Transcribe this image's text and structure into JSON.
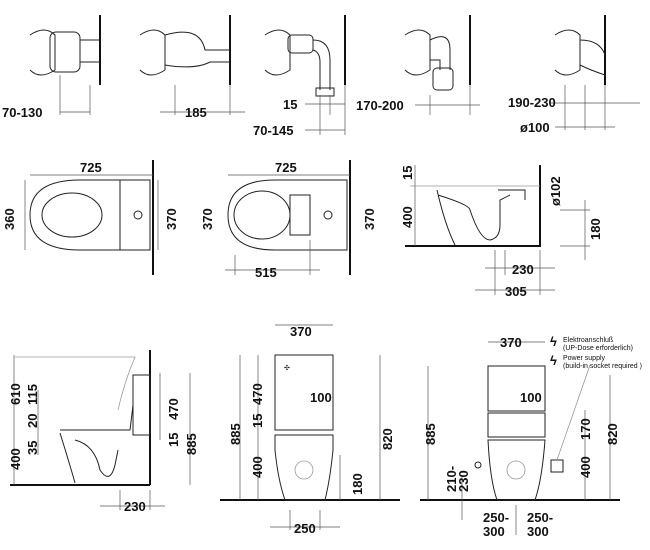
{
  "row1": {
    "a": "70-130",
    "b": "185",
    "c": "15",
    "d": "70-145",
    "e": "170-200",
    "f": "190-230",
    "g": "ø100"
  },
  "row2": {
    "top1": {
      "w": "725",
      "h1": "360",
      "h2": "370"
    },
    "top2": {
      "w": "725",
      "h1": "370",
      "h2": "370",
      "d": "515"
    },
    "side": {
      "a": "15",
      "b": "400",
      "c": "ø102",
      "d": "180",
      "e": "230",
      "f": "305"
    }
  },
  "row3": {
    "side": {
      "a": "610",
      "b": "115",
      "c": "20",
      "d": "35",
      "e": "400",
      "f": "470",
      "g": "15",
      "h": "885",
      "i": "230"
    },
    "front1": {
      "w": "370",
      "h": "885",
      "a": "470",
      "b": "15",
      "c": "100",
      "d": "820",
      "e": "400",
      "f": "180",
      "g": "250"
    },
    "front2": {
      "w": "370",
      "h": "885",
      "c": "100",
      "a": "170",
      "d": "820",
      "e": "400",
      "f": "210-",
      "f2": "230",
      "l": "250-",
      "l2": "300",
      "r": "250-",
      "r2": "300",
      "note_de1": "Elektroanschluß",
      "note_de2": "(UP-Dose erforderlich)",
      "note_en1": "Power supply",
      "note_en2": "(build-in socket required )"
    }
  }
}
